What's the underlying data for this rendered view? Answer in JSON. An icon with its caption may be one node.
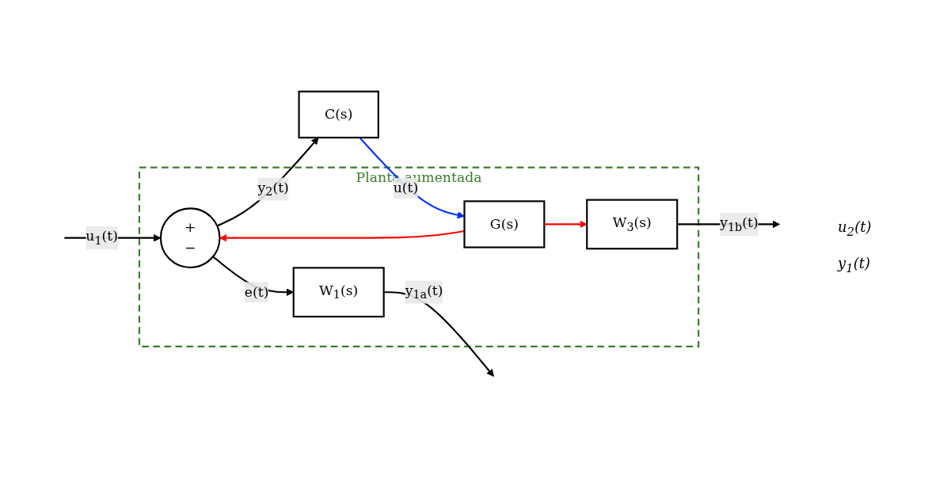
{
  "diagram": {
    "nodes": [
      {
        "text": [
          "Planta aumentada"
        ]
      },
      {
        "text": [
          "W$_{1}$(s)"
        ],
        "in": 0
      },
      {
        "text": [
          "+",
          "−"
        ],
        "in": 0
      },
      {
        "text": [
          "G(s)"
        ],
        "in": 0
      },
      {
        "text": [
          "W$_{3}$(s)"
        ],
        "in": 0
      },
      {
        "text": [
          "C(s)"
        ]
      }
    ],
    "edges": [
      {
        "from": null,
        "to": 2,
        "arrow": "to",
        "label": "u$_{1}$(t)"
      },
      {
        "from": 2,
        "to": 1,
        "arrow": "to",
        "label": "e(t)"
      },
      {
        "from": 1,
        "to": null,
        "arrow": "to",
        "label": "y$_{1a}$(t)"
      },
      {
        "from": 2,
        "to": 5,
        "arrow": "to",
        "label": "y$_{2}$(t)"
      },
      {
        "from": 5,
        "to": 3,
        "arrow": "to",
        "label": "u(t)",
        "color": "#0033ff"
      },
      {
        "from": 3,
        "to": 4,
        "arrow": "to",
        "color": "#ff0000"
      },
      {
        "from": 3,
        "to": 2,
        "arrow": "to",
        "color": "#ff0000"
      },
      {
        "from": 4,
        "to": null,
        "arrow": "to",
        "label": "y$_{1b}$(t)"
      }
    ],
    "labels": [
      "u$_{2}$(t)",
      "y$_{1}$(t)"
    ]
  }
}
